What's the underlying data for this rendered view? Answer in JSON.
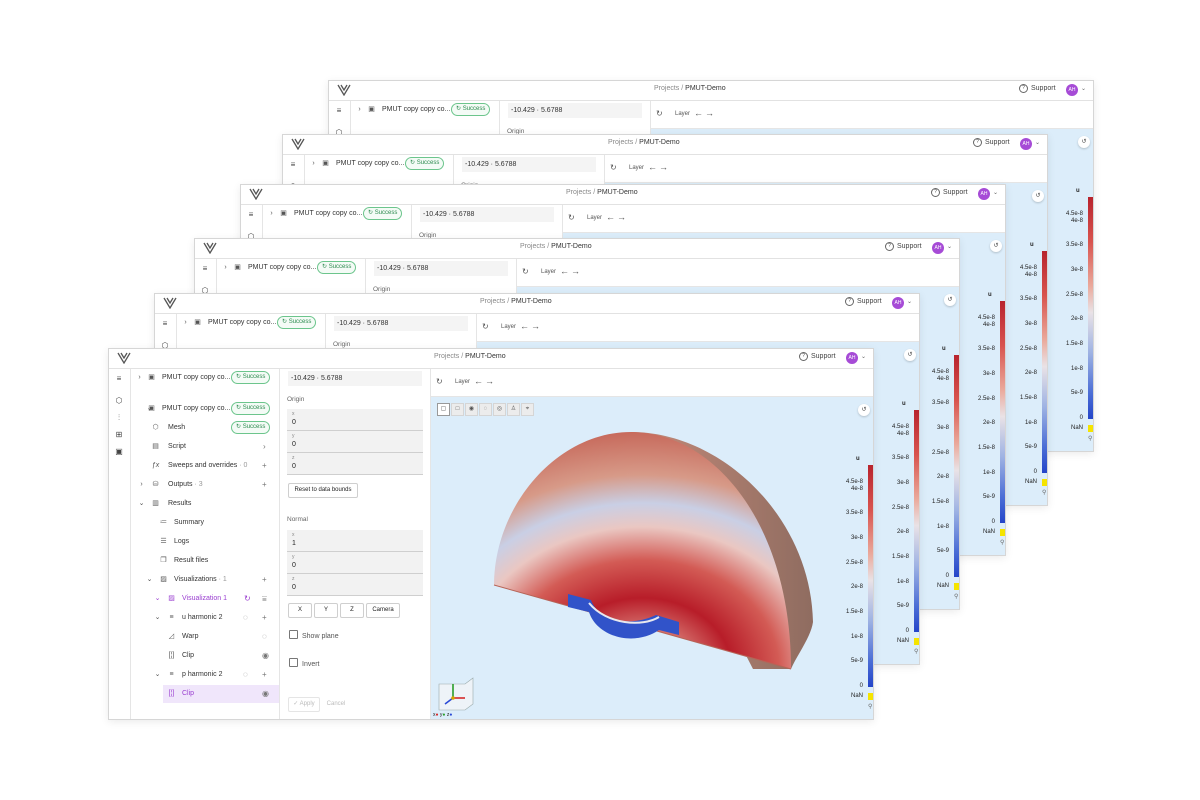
{
  "app": {
    "breadcrumb_parent": "Projects",
    "breadcrumb_sep": "/",
    "breadcrumb_current": "PMUT-Demo",
    "support_label": "Support",
    "avatar_initials": "AH",
    "accent_color": "#9a3fd0",
    "success_color": "#2a8a4d"
  },
  "tree": {
    "project_label": "PMUT copy copy co...",
    "project_status": "Success",
    "child_project_label": "PMUT copy copy co...",
    "child_project_status": "Success",
    "mesh_label": "Mesh",
    "mesh_status": "Success",
    "script_label": "Script",
    "sweeps_label": "Sweeps and overrides",
    "sweeps_count": "· 0",
    "outputs_label": "Outputs",
    "outputs_count": "· 3",
    "results_label": "Results",
    "summary_label": "Summary",
    "logs_label": "Logs",
    "result_files_label": "Result files",
    "visualizations_label": "Visualizations",
    "visualizations_count": "· 1",
    "visualization_label": "Visualization 1",
    "u_harmonic_label": "u harmonic 2",
    "warp_label": "Warp",
    "clip1_label": "Clip",
    "p_harmonic_label": "p harmonic 2",
    "clip2_label": "Clip"
  },
  "panel": {
    "range_text": "-10.429 · 5.6788",
    "origin_label": "Origin",
    "origin_x_key": "x",
    "origin_x": "0",
    "origin_y_key": "y",
    "origin_y": "0",
    "origin_z_key": "z",
    "origin_z": "0",
    "reset_label": "Reset to data bounds",
    "normal_label": "Normal",
    "normal_x_key": "x",
    "normal_x": "1",
    "normal_y_key": "y",
    "normal_y": "0",
    "normal_z_key": "z",
    "normal_z": "0",
    "btn_x": "X",
    "btn_y": "Y",
    "btn_z": "Z",
    "btn_camera": "Camera",
    "show_plane_label": "Show plane",
    "invert_label": "Invert",
    "apply_label": "Apply",
    "cancel_label": "Cancel"
  },
  "viewer": {
    "layer_label": "Layer",
    "colorbar_title": "u",
    "ticks": [
      "4.5e-8",
      "4e-8",
      "3.5e-8",
      "3e-8",
      "2.5e-8",
      "2e-8",
      "1.5e-8",
      "1e-8",
      "5e-9",
      "0"
    ],
    "nan_label": "NaN",
    "axis_x": "x",
    "axis_y": "y",
    "axis_z": "z",
    "nan_color": "#f5e400"
  }
}
